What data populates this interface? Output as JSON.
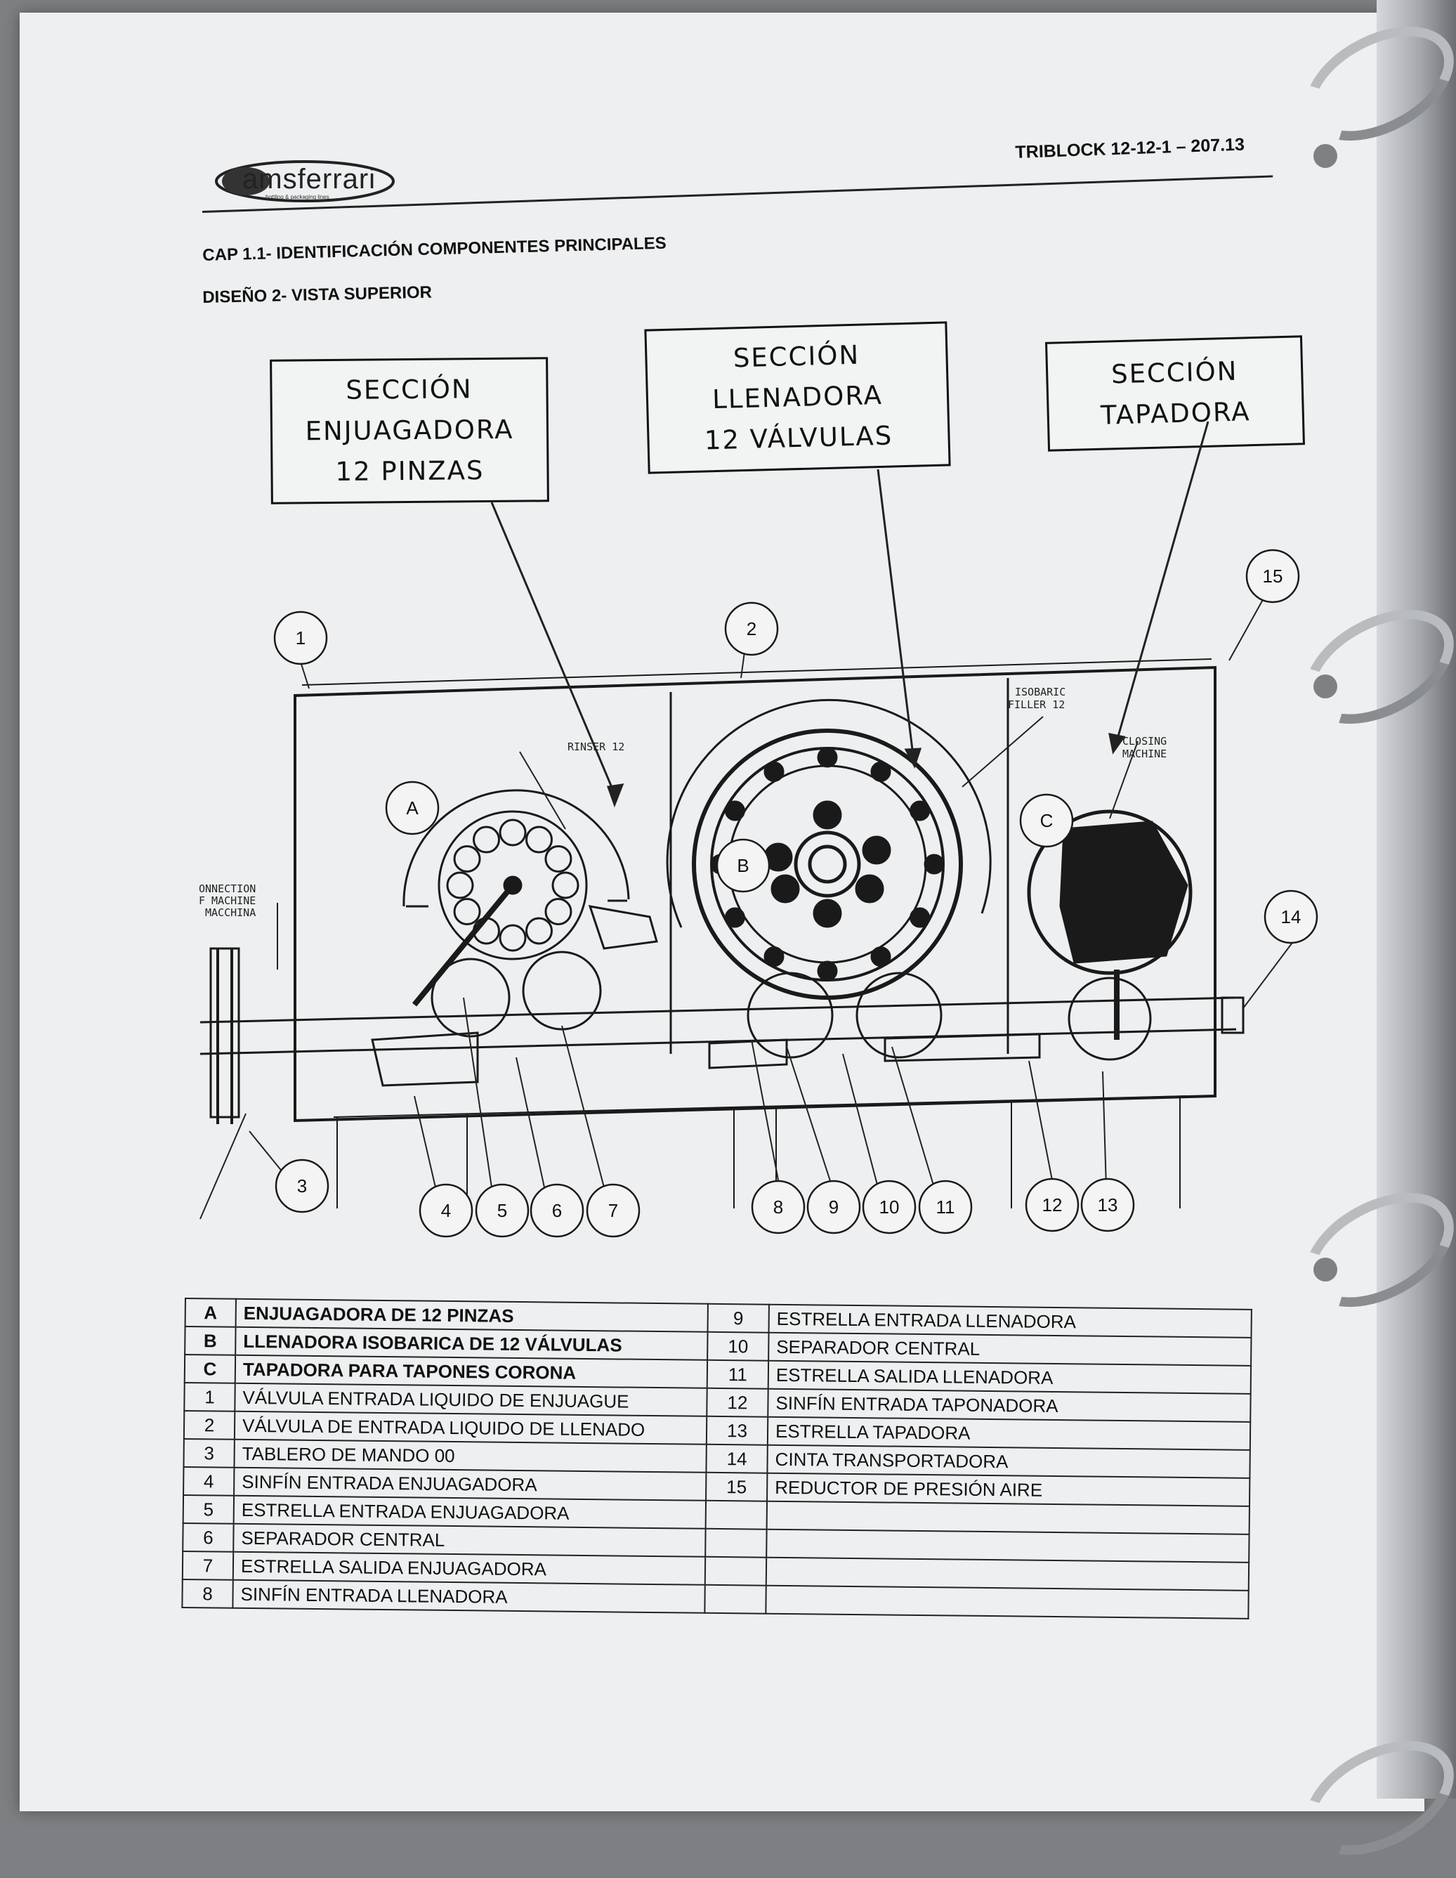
{
  "header": {
    "logo_text": "amsferrari",
    "logo_tagline": "bottling & packaging lines",
    "doc_code": "TRIBLOCK 12-12-1 – 207.13",
    "chapter": "CAP 1.1- IDENTIFICACIÓN COMPONENTES PRINCIPALES",
    "design": "DISEÑO 2- VISTA SUPERIOR"
  },
  "sections": [
    {
      "lines": [
        "SECCIÓN",
        "ENJUAGADORA",
        "12 PINZAS"
      ]
    },
    {
      "lines": [
        "SECCIÓN",
        "LLENADORA",
        "12 VÁLVULAS"
      ]
    },
    {
      "lines": [
        "SECCIÓN",
        "TAPADORA"
      ]
    }
  ],
  "drawing_labels": {
    "rinser": "RINSER 12",
    "isobaric_1": "ISOBARIC",
    "isobaric_2": "FILLER 12",
    "closing_1": "CLOSING",
    "closing_2": "MACHINE",
    "connection_1": "ONNECTION",
    "connection_2": "F MACHINE",
    "connection_3": "MACCHINA"
  },
  "callouts": [
    "1",
    "2",
    "3",
    "4",
    "5",
    "6",
    "7",
    "8",
    "9",
    "10",
    "11",
    "12",
    "13",
    "14",
    "15",
    "A",
    "B",
    "C"
  ],
  "legend": {
    "left": [
      {
        "key": "A",
        "desc": "ENJUAGADORA DE 12 PINZAS",
        "bold": true
      },
      {
        "key": "B",
        "desc": "LLENADORA ISOBARICA DE  12 VÁLVULAS",
        "bold": true
      },
      {
        "key": "C",
        "desc": "TAPADORA PARA TAPONES CORONA",
        "bold": true
      },
      {
        "key": "1",
        "desc": "VÁLVULA ENTRADA LIQUIDO DE ENJUAGUE"
      },
      {
        "key": "2",
        "desc": "VÁLVULA DE ENTRADA  LIQUIDO DE LLENADO"
      },
      {
        "key": "3",
        "desc": "TABLERO DE MANDO 00"
      },
      {
        "key": "4",
        "desc": "SINFÍN ENTRADA ENJUAGADORA"
      },
      {
        "key": "5",
        "desc": "ESTRELLA ENTRADA ENJUAGADORA"
      },
      {
        "key": "6",
        "desc": "SEPARADOR CENTRAL"
      },
      {
        "key": "7",
        "desc": "ESTRELLA SALIDA ENJUAGADORA"
      },
      {
        "key": "8",
        "desc": "SINFÍN ENTRADA LLENADORA"
      }
    ],
    "right": [
      {
        "key": "9",
        "desc": "ESTRELLA ENTRADA LLENADORA"
      },
      {
        "key": "10",
        "desc": "SEPARADOR CENTRAL"
      },
      {
        "key": "11",
        "desc": "ESTRELLA SALIDA LLENADORA"
      },
      {
        "key": "12",
        "desc": "SINFÍN ENTRADA TAPONADORA"
      },
      {
        "key": "13",
        "desc": "ESTRELLA TAPADORA"
      },
      {
        "key": "14",
        "desc": "CINTA TRANSPORTADORA"
      },
      {
        "key": "15",
        "desc": "REDUCTOR DE PRESIÓN AIRE"
      },
      {
        "key": "",
        "desc": ""
      },
      {
        "key": "",
        "desc": ""
      },
      {
        "key": "",
        "desc": ""
      },
      {
        "key": "",
        "desc": ""
      }
    ]
  }
}
